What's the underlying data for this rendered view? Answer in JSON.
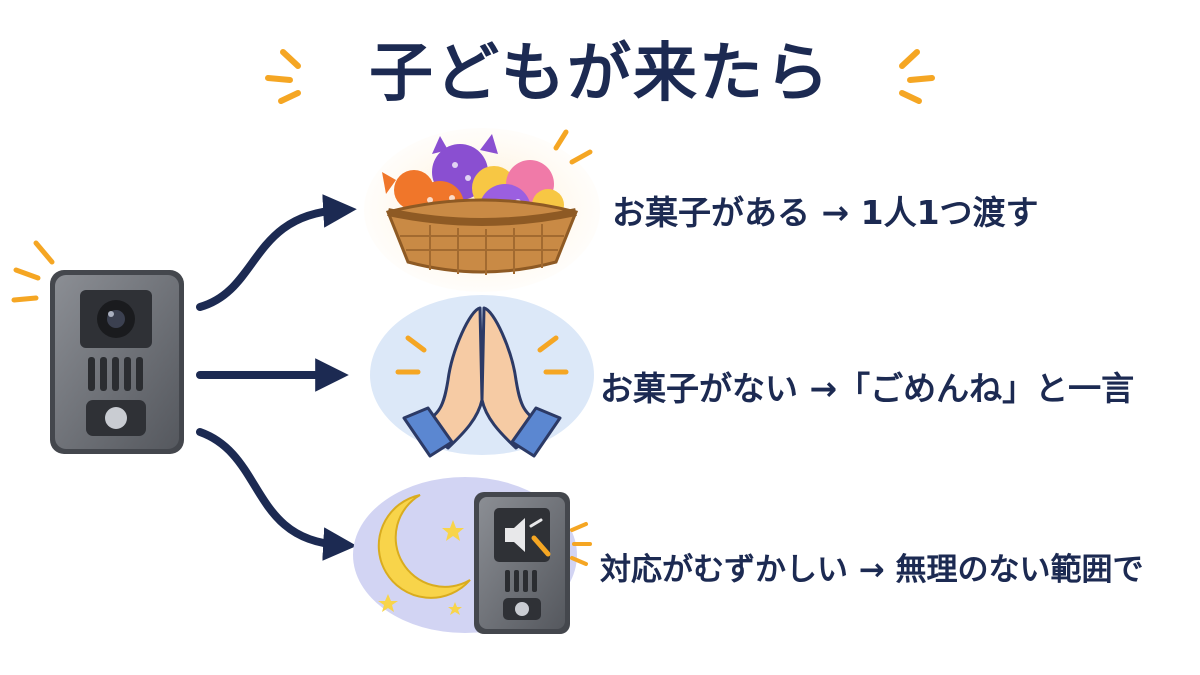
{
  "title": "子どもが来たら",
  "rows": [
    {
      "text": "お菓子がある → 1人1つ渡す",
      "icon": "candy-basket-icon"
    },
    {
      "text": "お菓子がない →「ごめんね」と一言",
      "icon": "praying-hands-icon"
    },
    {
      "text": "対応がむずかしい → 無理のない範囲で",
      "icon": "night-muted-intercom-icon"
    }
  ],
  "colors": {
    "navy": "#1c2a52",
    "accent": "#f5a623",
    "basket": "#c98a45",
    "sleeve": "#5b87d1",
    "moon": "#f8d44a",
    "night_bg": "#d2d4f3",
    "intercom": "#6f7278"
  }
}
